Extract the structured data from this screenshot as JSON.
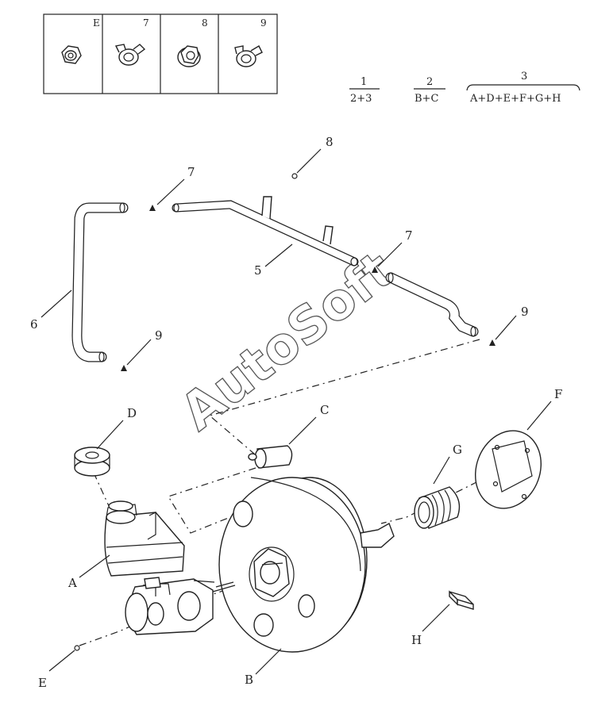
{
  "kit_table": {
    "headers": [
      "E",
      "7",
      "8",
      "9"
    ],
    "icons": [
      "hex-nut-icon",
      "hose-clamp-icon",
      "flanged-nut-icon",
      "hose-clamp-icon"
    ]
  },
  "groups": [
    {
      "number": "1",
      "formula": "2+3"
    },
    {
      "number": "2",
      "formula": "B+C"
    },
    {
      "number": "3",
      "formula": "A+D+E+F+G+H"
    }
  ],
  "callouts": {
    "c8": "8",
    "c7a": "7",
    "c7b": "7",
    "c5": "5",
    "c6": "6",
    "c9a": "9",
    "c9b": "9",
    "cD": "D",
    "cC": "C",
    "cF": "F",
    "cG": "G",
    "cA": "A",
    "cH": "H",
    "cE": "E",
    "cB": "B"
  },
  "watermark": "AutoSoft"
}
